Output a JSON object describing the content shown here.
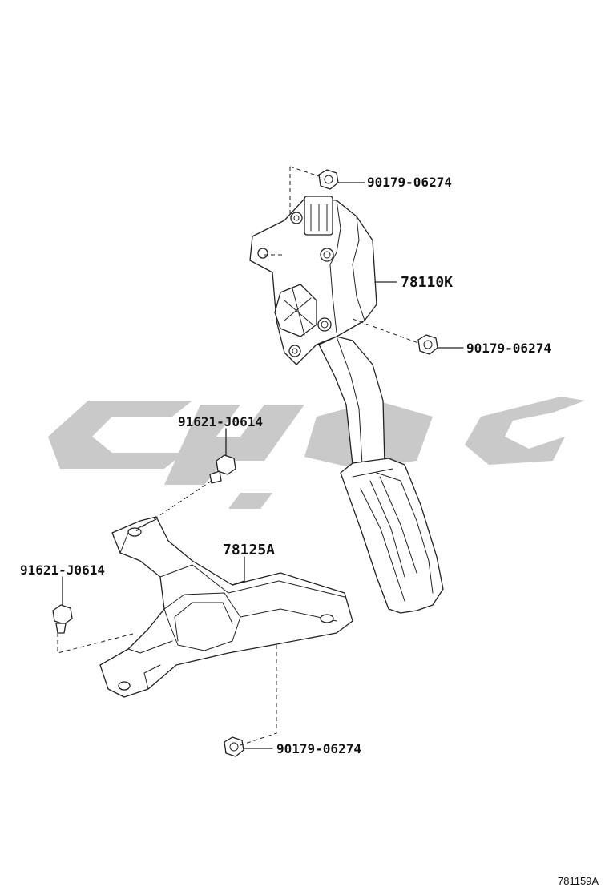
{
  "parts": {
    "nut_top": "90179-06274",
    "pedal_assembly": "78110K",
    "nut_right": "90179-06274",
    "bolt_upper": "91621-J0614",
    "bracket": "78125A",
    "bolt_left": "91621-J0614",
    "nut_bottom": "90179-06274"
  },
  "figure_id": "781159A",
  "colors": {
    "watermark": "#c9c9c9",
    "line": "#222222"
  }
}
